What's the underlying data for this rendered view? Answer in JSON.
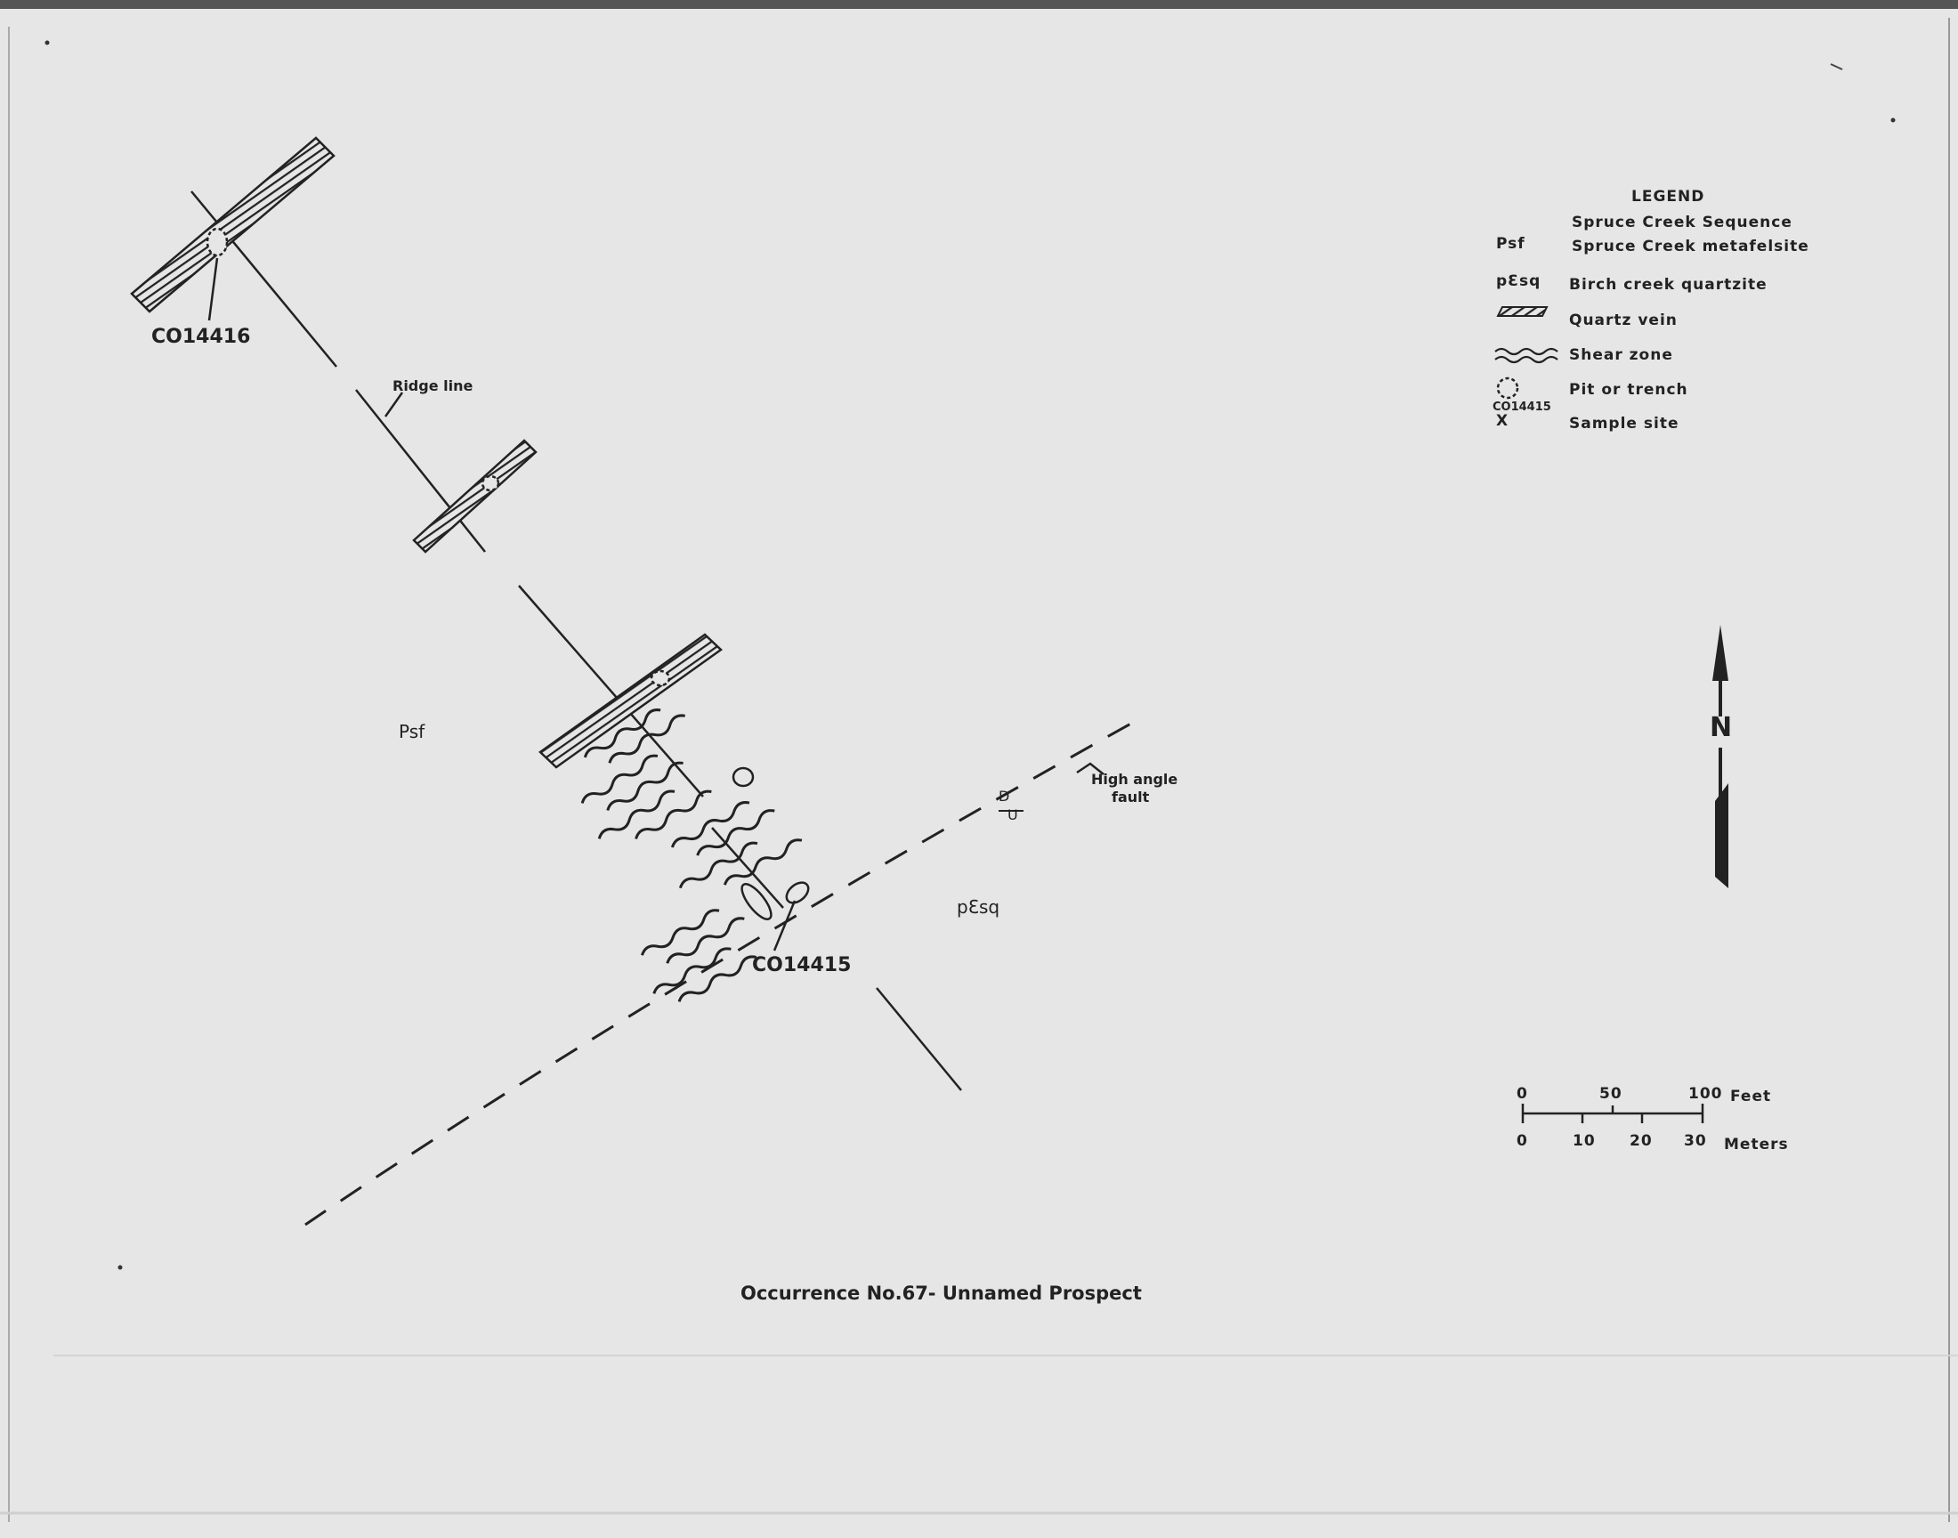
{
  "legend": {
    "title": "LEGEND",
    "group_heading": "Spruce Creek Sequence",
    "items": [
      {
        "symbol": "Psf",
        "label": "Spruce Creek metafelsite"
      },
      {
        "symbol": "pƐsq",
        "label": "Birch creek quartzite"
      },
      {
        "symbol": "quartz-vein-hatch",
        "label": "Quartz vein"
      },
      {
        "symbol": "shear-zone-waves",
        "label": "Shear zone"
      },
      {
        "symbol": "pit-circle",
        "label": "Pit or trench"
      },
      {
        "symbol_text": "CO14415",
        "symbol_mark": "X",
        "label": "Sample site"
      }
    ]
  },
  "map_labels": {
    "sample_1": "CO14416",
    "sample_2": "CO14415",
    "ridge_line": "Ridge line",
    "unit_psf": "Psf",
    "unit_pesq": "pƐsq",
    "fault_line1": "High angle",
    "fault_line2": "fault",
    "fault_down": "D",
    "fault_up": "U"
  },
  "north_arrow": {
    "label": "N"
  },
  "scale_bar": {
    "feet_ticks": [
      "0",
      "50",
      "100"
    ],
    "feet_unit": "Feet",
    "meter_ticks": [
      "0",
      "10",
      "20",
      "30"
    ],
    "meter_unit": "Meters"
  },
  "caption": "Occurrence No.67- Unnamed Prospect",
  "colors": {
    "paper": "#e6e6e6",
    "ink": "#222222"
  }
}
